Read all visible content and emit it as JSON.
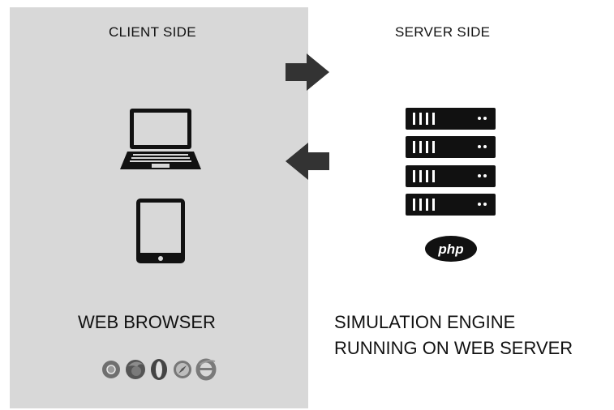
{
  "client": {
    "heading": "CLIENT SIDE",
    "caption": "WEB BROWSER"
  },
  "server": {
    "heading": "SERVER SIDE",
    "caption_line1": "SIMULATION ENGINE",
    "caption_line2": "RUNNING ON WEB SERVER",
    "logo_text": "php"
  },
  "colors": {
    "client_panel": "#d8d8d8",
    "ink": "#111111",
    "arrow": "#333333"
  },
  "icons": {
    "device_1": "laptop-icon",
    "device_2": "tablet-icon",
    "server": "server-rack-icon",
    "arrow_out": "arrow-right-icon",
    "arrow_in": "arrow-left-icon",
    "browsers": [
      "chrome-icon",
      "firefox-icon",
      "opera-icon",
      "safari-icon",
      "internet-explorer-icon"
    ]
  }
}
